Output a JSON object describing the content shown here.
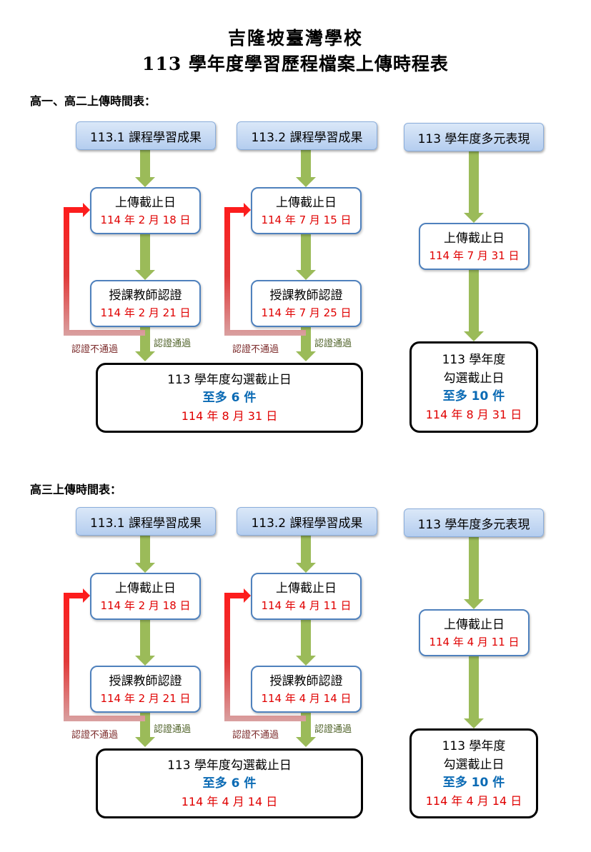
{
  "title": {
    "school": "吉隆坡臺灣學校",
    "subtitle": "113 學年度學習歷程檔案上傳時程表"
  },
  "labels": {
    "upload": "上傳截止日",
    "teacher": "授課教師認證",
    "fail": "認證不通過",
    "pass": "認證通過"
  },
  "colors": {
    "arrow_green": "#9bbb59",
    "arrow_red": "#ff1a1a",
    "box_border": "#4f81bd",
    "date_red": "#e00000",
    "count_blue": "#0a6ab4"
  },
  "sections": [
    {
      "heading": "高一、高二上傳時間表：",
      "col1": {
        "header": "113.1 課程學習成果",
        "upload_date": "114 年 2 月 18 日",
        "verify_date": "114 年 2 月 21 日"
      },
      "col2": {
        "header": "113.2 課程學習成果",
        "upload_date": "114 年 7 月 15 日",
        "verify_date": "114 年 7 月 25 日"
      },
      "course_final": {
        "label": "113 學年度勾選截止日",
        "limit": "至多 6 件",
        "date": "114 年 8 月 31 日"
      },
      "col3": {
        "header": "113 學年度多元表現",
        "upload_date": "114 年 7 月 31 日",
        "final_line1": "113 學年度",
        "final_line2": "勾選截止日",
        "limit": "至多 10 件",
        "date": "114 年 8 月 31 日"
      }
    },
    {
      "heading": "高三上傳時間表：",
      "col1": {
        "header": "113.1 課程學習成果",
        "upload_date": "114 年 2 月 18 日",
        "verify_date": "114 年 2 月 21 日"
      },
      "col2": {
        "header": "113.2 課程學習成果",
        "upload_date": "114 年 4 月 11 日",
        "verify_date": "114 年 4 月 14 日"
      },
      "course_final": {
        "label": "113 學年度勾選截止日",
        "limit": "至多 6 件",
        "date": "114 年 4 月 14 日"
      },
      "col3": {
        "header": "113 學年度多元表現",
        "upload_date": "114 年 4 月 11 日",
        "final_line1": "113 學年度",
        "final_line2": "勾選截止日",
        "limit": "至多 10 件",
        "date": "114 年 4 月 14 日"
      }
    }
  ]
}
